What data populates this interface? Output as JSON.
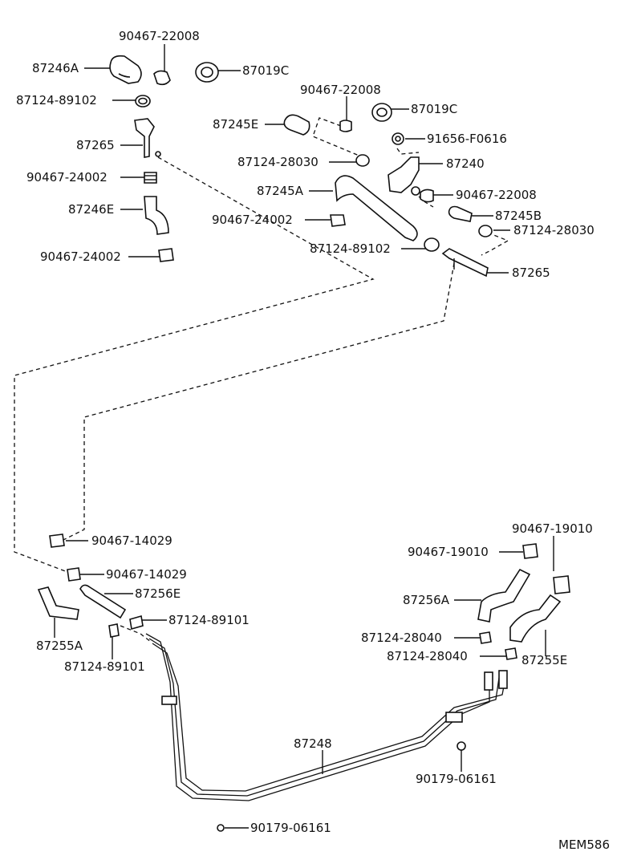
{
  "figure_code": "MEM586",
  "labels": {
    "p90467_22008_a": "90467-22008",
    "p87246A": "87246A",
    "p87019C_a": "87019C",
    "p87124_89102_a": "87124-89102",
    "p90467_22008_b": "90467-22008",
    "p87019C_b": "87019C",
    "p87245E": "87245E",
    "p87265_a": "87265",
    "p91656_F0616": "91656-F0616",
    "p87124_28030_a": "87124-28030",
    "p87240": "87240",
    "p90467_24002_a": "90467-24002",
    "p87245A": "87245A",
    "p90467_22008_c": "90467-22008",
    "p87246E": "87246E",
    "p90467_24002_b": "90467-24002",
    "p87245B": "87245B",
    "p87124_28030_b": "87124-28030",
    "p90467_24002_c": "90467-24002",
    "p87124_89102_b": "87124-89102",
    "p87265_b": "87265",
    "p90467_19010_a": "90467-19010",
    "p90467_14029_a": "90467-14029",
    "p90467_19010_b": "90467-19010",
    "p90467_14029_b": "90467-14029",
    "p87256E": "87256E",
    "p87256A": "87256A",
    "p87124_89101_a": "87124-89101",
    "p87255A": "87255A",
    "p87124_28040_a": "87124-28040",
    "p87124_89101_b": "87124-89101",
    "p87124_28040_b": "87124-28040",
    "p87255E": "87255E",
    "p87248": "87248",
    "p90179_06161_a": "90179-06161",
    "p90179_06161_b": "90179-06161"
  }
}
